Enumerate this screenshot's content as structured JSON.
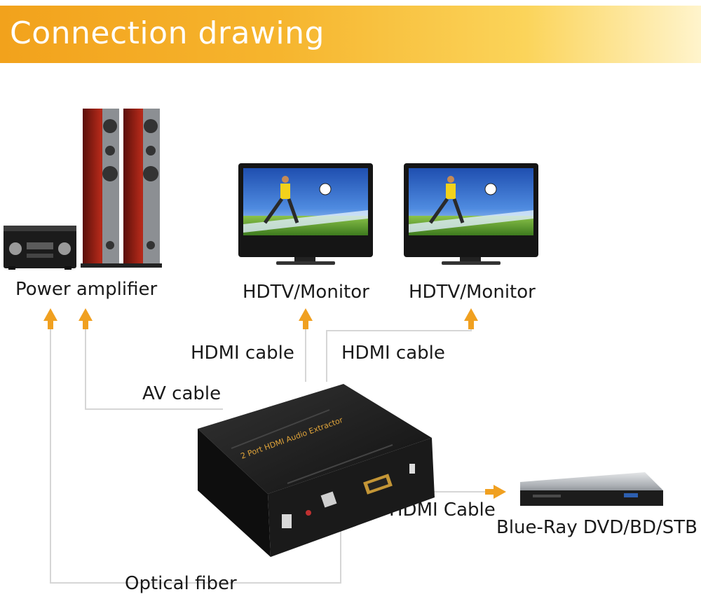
{
  "banner": {
    "title": "Connection drawing"
  },
  "labels": {
    "power_amplifier": "Power amplifier",
    "hdtv_monitor_1": "HDTV/Monitor",
    "hdtv_monitor_2": "HDTV/Monitor",
    "hdmi_cable_1": "HDMI cable",
    "hdmi_cable_2": "HDMI cable",
    "av_cable": "AV cable",
    "hdmi_cable_source": "HDMI Cable",
    "blu_ray": "Blue-Ray DVD/BD/STB",
    "optical_fiber": "Optical fiber"
  },
  "device": {
    "name": "2 Port HDMI Audio Extractor"
  },
  "colors": {
    "banner": "#f4a623",
    "arrow": "#f0a020",
    "line": "#d8d8d8",
    "device": "#1c1c1c"
  }
}
